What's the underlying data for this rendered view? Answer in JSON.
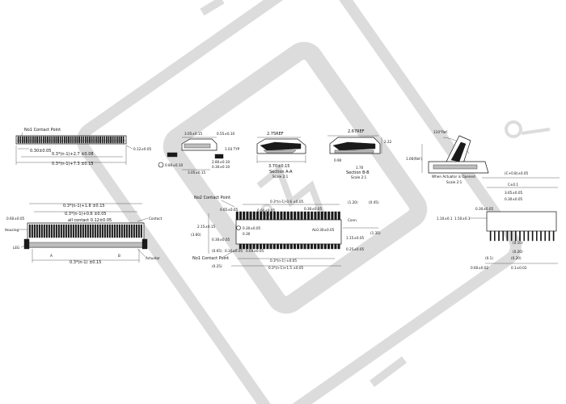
{
  "views": {
    "top_view": {
      "labels": {
        "contact": "No1 Contact Point",
        "pitch": "0.30±0.05",
        "total_a": "0.3*(n-1)+2.7 ±0.08",
        "total_b": "0.3*(n-1)+7.3 ±0.15",
        "height": "0.12±0.05"
      }
    },
    "front_view": {
      "labels": {
        "dim_top": "0.3*(n-1)+1.8 ±0.15",
        "dim_mid": "0.3*(n-1)+0.6 ±0.05",
        "dim_contact": "all contact  0.12±0.05",
        "left_dim": "0.60±0.05",
        "contact": "Contact",
        "housing": "Housing",
        "leg": "LEG",
        "actuator": "Actuator",
        "bottom_dim": "0.3*(n-1) ±0.15",
        "mark_a": "A",
        "mark_b": "B"
      }
    },
    "small_side": {
      "labels": {
        "a": "3.05±0.15",
        "b": "0.55±0.10",
        "c": "1.03 TYP",
        "d": "0.80±0.10",
        "e": "3.05±0.15",
        "f": "2.80±0.10",
        "g": "0.30±0.10"
      }
    },
    "section_a": {
      "labels": {
        "top": "2.75REF",
        "bottom": "3.70±0.15",
        "title": "Section A-A",
        "scale": "Scale 2:1"
      }
    },
    "section_b": {
      "labels": {
        "top": "2.67REF",
        "right": "2.22",
        "left": "0.90",
        "bottom": "1.70",
        "title": "Section B-B",
        "scale": "Scale 2:1"
      }
    },
    "actuator_open": {
      "labels": {
        "angle": "110°Ref.",
        "height": "1.00(Ref.)",
        "title": "When Actuator is Opened",
        "scale": "Scale 2:1"
      }
    },
    "footprint": {
      "labels": {
        "no2": "No2 Contact Point",
        "no1": "No1 Contact Point",
        "d1": "0.3*(n-1)-0.6 ±0.05",
        "d2": "0.65±0.05",
        "d3": "0.60±0.05",
        "d4": "0.30±0.05",
        "d5": "0.30±0.05",
        "d6": "2.15±0.15",
        "d7": "(3.60)",
        "d8": "0.30±0.05",
        "d9": "0.30",
        "d10": "0.30±0.05",
        "d11": "(0.65)",
        "d12": "(0.25)",
        "d13": "0.60±0.05",
        "d14": "0.3*(n-1) ±0.05",
        "d15": "0.3*(n-1)+1.5 ±0.05",
        "r1": "(1.20)",
        "r2": "(0.45)",
        "r3": "Conn.",
        "r4": "AL0.30±0.05",
        "r5": "(1.35)",
        "r6": "1.15±0.05",
        "r7": "0.25±0.05"
      }
    },
    "detail_right": {
      "labels": {
        "top": "(C+0.8)±0.05",
        "c": "C±0.1",
        "a": "3.65±0.05",
        "b": "0.30±0.05",
        "side": "1.10±0.1",
        "side2": "1.50±0.1",
        "w1": "0.30±0.05",
        "w2": "(0.10)",
        "w3": "(0.20)",
        "w4": "(0.20)",
        "w5": "(0.1)",
        "w6": "0.1±0.02",
        "w7": "0.60±0.02"
      }
    }
  }
}
